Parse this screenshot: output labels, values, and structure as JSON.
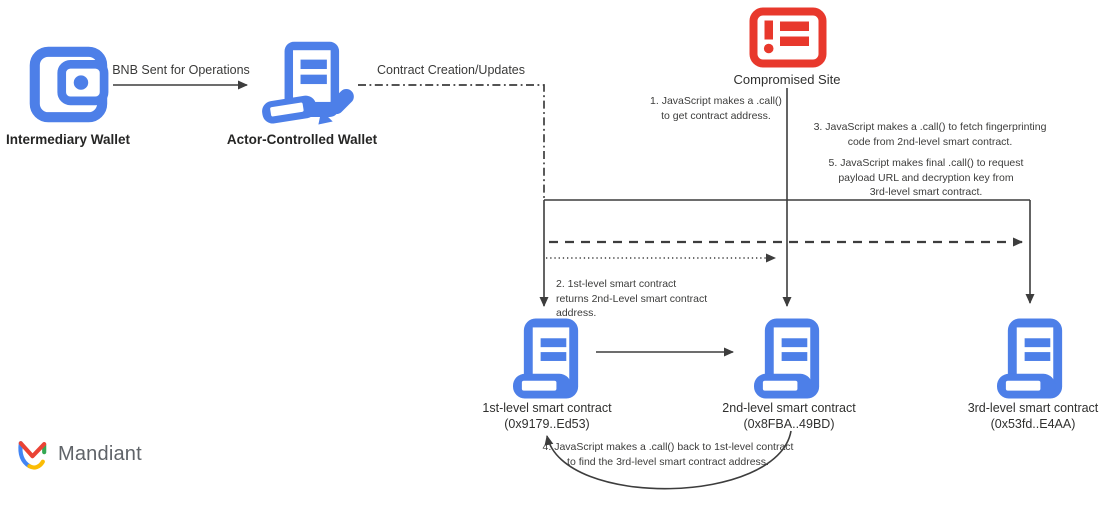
{
  "colors": {
    "accent_blue": "#4D7FE8",
    "alert_red": "#E8382C",
    "line": "#3D3D3D",
    "text_dark": "#262625",
    "text_gray": "#3C3C3B",
    "logo_gray": "#5F6368"
  },
  "nodes": {
    "intermediary_wallet": {
      "label": "Intermediary Wallet"
    },
    "actor_wallet": {
      "label": "Actor-Controlled Wallet"
    },
    "compromised_site": {
      "label": "Compromised Site"
    },
    "contract1": {
      "label": "1st-level smart contract",
      "address": "(0x9179..Ed53)"
    },
    "contract2": {
      "label": "2nd-level smart contract",
      "address": "(0x8FBA..49BD)"
    },
    "contract3": {
      "label": "3rd-level smart contract",
      "address": "(0x53fd..E4AA)"
    }
  },
  "edges": {
    "bnb_label": "BNB Sent for Operations",
    "contract_creation_label": "Contract Creation/Updates"
  },
  "steps": {
    "step1": "1. JavaScript makes a .call()\nto get contract address.",
    "step2": "2. 1st-level smart contract\nreturns 2nd-Level smart contract\naddress.",
    "step3": "3. JavaScript makes a .call() to fetch fingerprinting\ncode from 2nd-level smart contract.",
    "step4": "4. JavaScript makes a .call() back to 1st-level contract\nto find the 3rd-level  smart contract address.",
    "step5": "5. JavaScript makes final .call() to request\npayload URL and decryption key from\n3rd-level smart contract."
  },
  "branding": {
    "logo_text": "Mandiant"
  }
}
